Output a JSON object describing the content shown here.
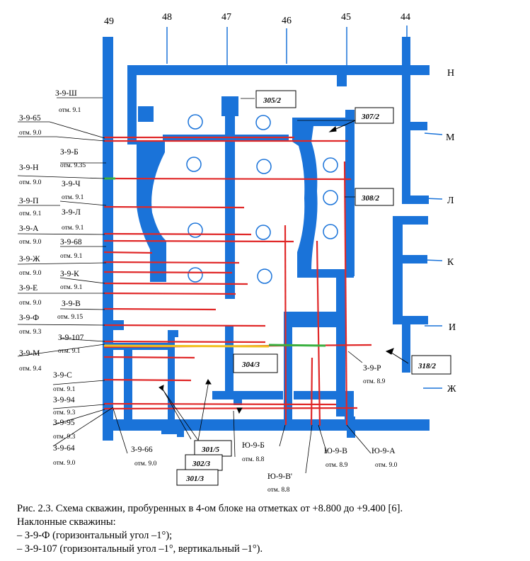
{
  "colors": {
    "structure": "#1a73d9",
    "well": "#e02828",
    "well_incline": "#f0c020",
    "well_green": "#3ab040",
    "leader": "#000000"
  },
  "grid_columns": [
    "49",
    "48",
    "47",
    "46",
    "45",
    "44"
  ],
  "grid_rows": [
    "Н",
    "М",
    "Л",
    "К",
    "И",
    "Ж"
  ],
  "room_boxes": [
    "305/2",
    "307/2",
    "308/2",
    "304/3",
    "318/2",
    "301/5",
    "302/3",
    "301/3"
  ],
  "wells_left": [
    {
      "name": "З-9-Ш",
      "elev": "отм. 9.1"
    },
    {
      "name": "З-9-65",
      "elev": "отм. 9.0"
    },
    {
      "name": "З-9-Б",
      "elev": "отм. 9.35"
    },
    {
      "name": "З-9-Н",
      "elev": "отм. 9.0"
    },
    {
      "name": "З-9-Ч",
      "elev": "отм. 9.1"
    },
    {
      "name": "З-9-П",
      "elev": "отм. 9.1"
    },
    {
      "name": "З-9-Л",
      "elev": "отм. 9.1"
    },
    {
      "name": "З-9-А",
      "elev": "отм. 9.0"
    },
    {
      "name": "З-9-68",
      "elev": "отм. 9.1"
    },
    {
      "name": "З-9-Ж",
      "elev": "отм. 9.0"
    },
    {
      "name": "З-9-К",
      "elev": "отм. 9.1"
    },
    {
      "name": "З-9-Е",
      "elev": "отм. 9.0"
    },
    {
      "name": "З-9-В",
      "elev": "отм. 9.15"
    },
    {
      "name": "З-9-Ф",
      "elev": "отм. 9.3"
    },
    {
      "name": "З-9-107",
      "elev": "отм. 9.1"
    },
    {
      "name": "З-9-М",
      "elev": "отм. 9.4"
    },
    {
      "name": "З-9-С",
      "elev": "отм. 9.1"
    },
    {
      "name": "З-9-94",
      "elev": "отм. 9.3"
    },
    {
      "name": "З-9-95",
      "elev": "отм. 9.3"
    },
    {
      "name": "З-9-64",
      "elev": "отм. 9.0"
    }
  ],
  "wells_bottom": [
    {
      "name": "З-9-66",
      "elev": "отм. 9.0"
    },
    {
      "name": "Ю-9-Б",
      "elev": "отм. 8.8"
    },
    {
      "name": "Ю-9-В",
      "elev": "отм. 8.9"
    },
    {
      "name": "Ю-9-А",
      "elev": "отм. 9.0"
    },
    {
      "name": "Ю-9-В'",
      "elev": "отм. 8.8"
    },
    {
      "name": "З-9-Р",
      "elev": "отм. 8.9"
    }
  ],
  "caption": {
    "line1": "Рис. 2.3. Схема скважин, пробуренных в 4-ом блоке на отметках от +8.800 до +9.400 [6].",
    "line2": "Наклонные скважины:",
    "line3": "– З-9-Ф (горизонтальный угол –1°);",
    "line4": "– З-9-107 (горизонтальный угол –1°, вертикальный –1°)."
  }
}
